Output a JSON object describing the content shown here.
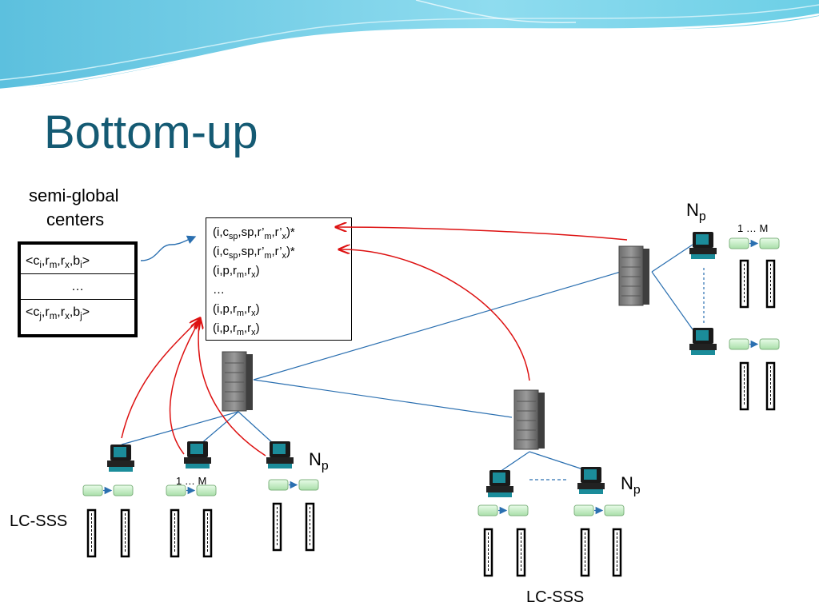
{
  "slide": {
    "title": "Bottom-up",
    "semi_global_label_line1": "semi-global",
    "semi_global_label_line2": "centers",
    "legend_rows": [
      {
        "text": "<c",
        "sub1": "i",
        "t2": ",r",
        "sub2": "m",
        "t3": ",r",
        "sub3": "x",
        "t4": ",b",
        "sub4": "i",
        "t5": ">"
      },
      {
        "text": "…"
      },
      {
        "text": "<c",
        "sub1": "j",
        "t2": ",r",
        "sub2": "m",
        "t3": ",r",
        "sub3": "x",
        "t4": ",b",
        "sub4": "j",
        "t5": ">"
      }
    ],
    "messages": [
      "(i,c_sp,sp,r'_m,r'_x)*",
      "(i,c_sp,sp,r'_m,r'_x)*",
      "(i,p,r_m,r_x)",
      "…",
      "(i,p,r_m,r_x)",
      "(i,p,r_m,r_x)"
    ],
    "np_label": "N",
    "np_sub": "p",
    "one_to_m": "1 … M",
    "lc_sss": "LC-SSS"
  },
  "colors": {
    "title": "#145a73",
    "blue_line": "#2a6fb0",
    "red_arrow": "#dd1111",
    "queue_cell": "#c8f0c8"
  },
  "icons": [
    "server-icon",
    "workstation-icon",
    "queue-cell-icon",
    "buffer-bar-icon"
  ]
}
